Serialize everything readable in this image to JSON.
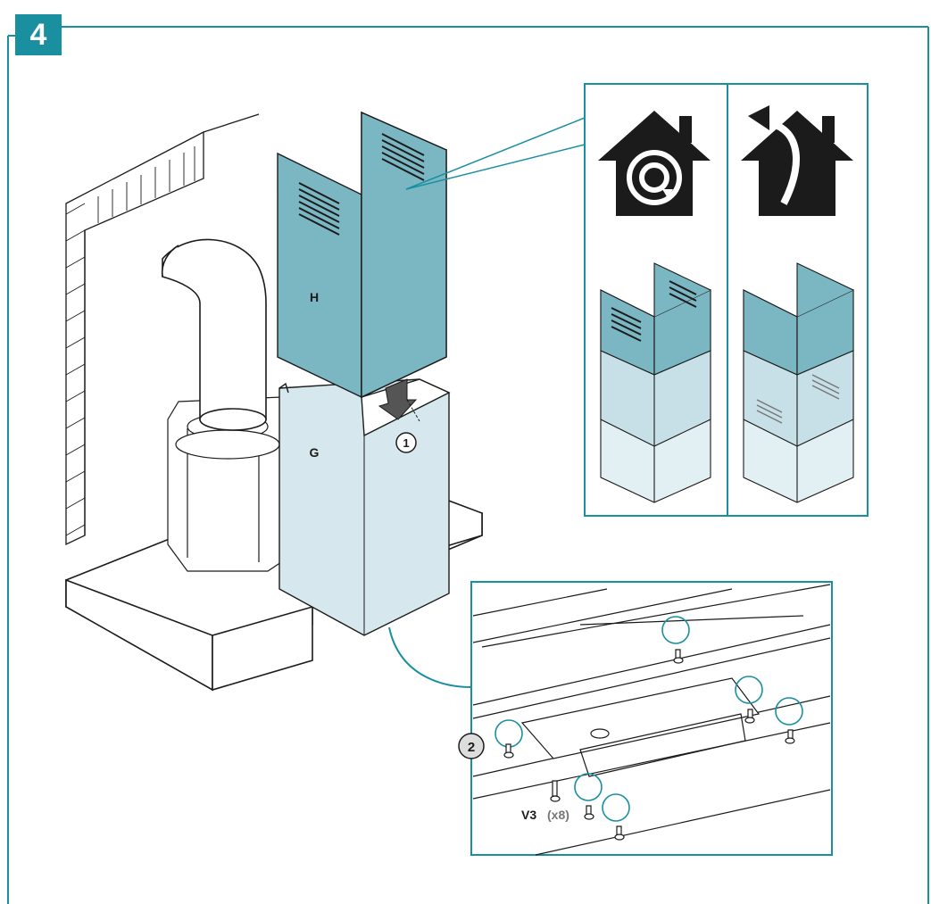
{
  "step": {
    "number": "4"
  },
  "panel_labels": {
    "part_h": "H",
    "part_g": "G",
    "callout_1": "1",
    "callout_2": "2",
    "screw_code": "V3",
    "screw_qty": "(x8)"
  },
  "icons": {
    "left_mode": "recirculation-house-icon",
    "right_mode": "extraction-house-icon"
  },
  "colors": {
    "accent": "#1a8fa0",
    "chimney_dark": "#7bb7c3",
    "chimney_light": "#d6e8ee",
    "line": "#1b1b1b"
  }
}
